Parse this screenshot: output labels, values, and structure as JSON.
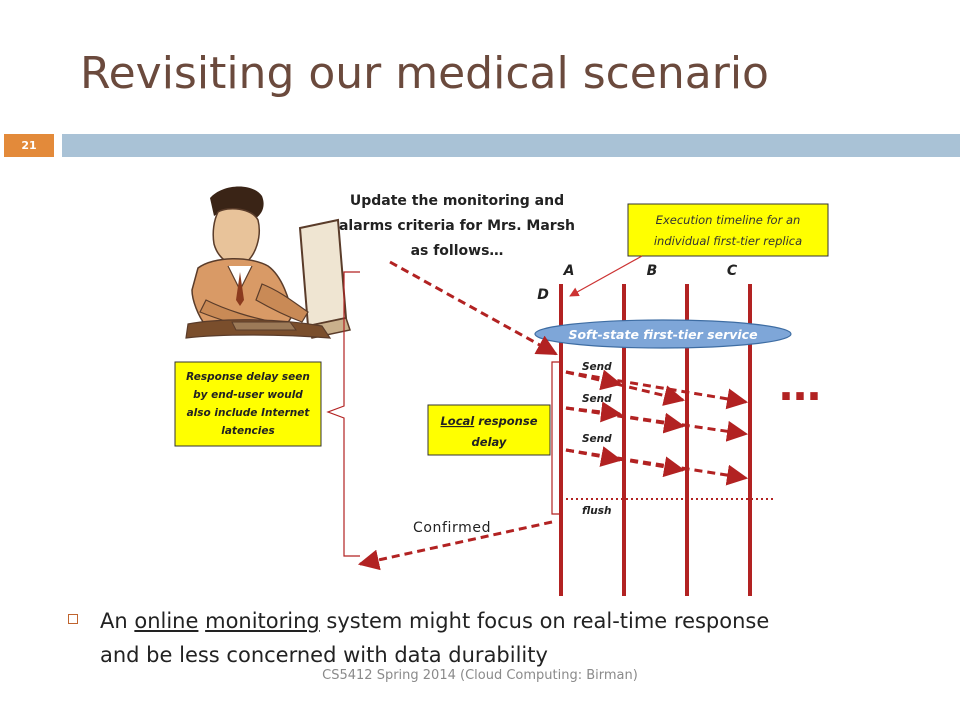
{
  "slide": {
    "title": "Revisiting our medical scenario",
    "page_number": "21"
  },
  "diagram": {
    "update_note": [
      "Update the monitoring and",
      "alarms criteria for Mrs. Marsh",
      "as follows…"
    ],
    "execution_timeline_note": [
      "Execution timeline for an",
      "individual  first-tier replica"
    ],
    "replica_labels": {
      "a": "A",
      "b": "B",
      "c": "C",
      "d": "D"
    },
    "service_label": "Soft-state first-tier service",
    "send_labels": [
      "Send",
      "Send",
      "Send"
    ],
    "flush_label": "flush",
    "confirmed_label": "Confirmed",
    "local_response_note": {
      "underlined": "Local",
      "rest_line1": " response",
      "line2": "delay"
    },
    "response_delay_note": [
      "Response delay seen",
      "by end-user would",
      "also include Internet",
      "latencies"
    ],
    "ellipsis": "…"
  },
  "bullet": {
    "pre": "An ",
    "u1": "online",
    "mid1": " ",
    "u2": "monitoring",
    "post_line1": " system might focus on real-time response",
    "line2": "and be less concerned with data durability"
  },
  "footer": "CS5412 Spring 2014 (Cloud Computing: Birman)",
  "colors": {
    "title": "#6b4a3d",
    "bar": "#a9c2d6",
    "badge": "#e38a3a",
    "timeline": "#b22222",
    "note_fill": "#ffff00",
    "service_fill": "#7ea6d8"
  }
}
